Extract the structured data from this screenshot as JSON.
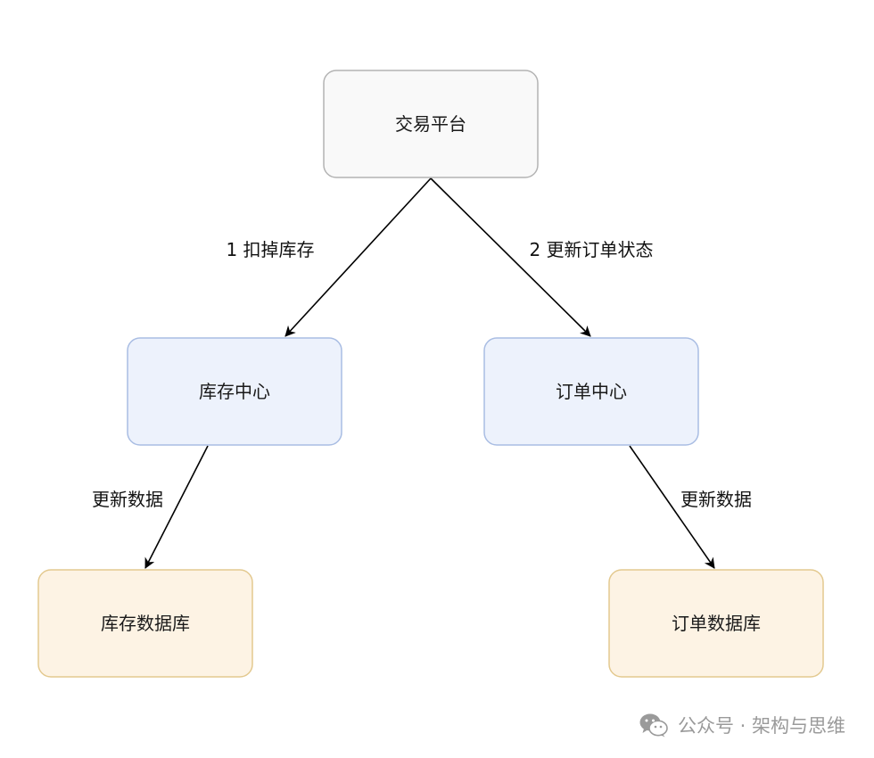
{
  "diagram": {
    "nodes": {
      "trading_platform": {
        "label": "交易平台",
        "fill": "#f9f9f9",
        "stroke": "#b3b3b3"
      },
      "inventory_center": {
        "label": "库存中心",
        "fill": "#edf2fc",
        "stroke": "#a9bde3"
      },
      "order_center": {
        "label": "订单中心",
        "fill": "#edf2fc",
        "stroke": "#a9bde3"
      },
      "inventory_db": {
        "label": "库存数据库",
        "fill": "#fdf3e4",
        "stroke": "#e3c98f"
      },
      "order_db": {
        "label": "订单数据库",
        "fill": "#fdf3e4",
        "stroke": "#e3c98f"
      }
    },
    "edges": {
      "deduct_inventory": {
        "from": "trading_platform",
        "to": "inventory_center",
        "label": "1 扣掉库存"
      },
      "update_order_status": {
        "from": "trading_platform",
        "to": "order_center",
        "label": "2 更新订单状态"
      },
      "update_inventory_data": {
        "from": "inventory_center",
        "to": "inventory_db",
        "label": "更新数据"
      },
      "update_order_data": {
        "from": "order_center",
        "to": "order_db",
        "label": "更新数据"
      }
    }
  },
  "watermark": {
    "text": "公众号 · 架构与思维",
    "icon": "wechat-icon",
    "color": "#9a9a9a"
  }
}
